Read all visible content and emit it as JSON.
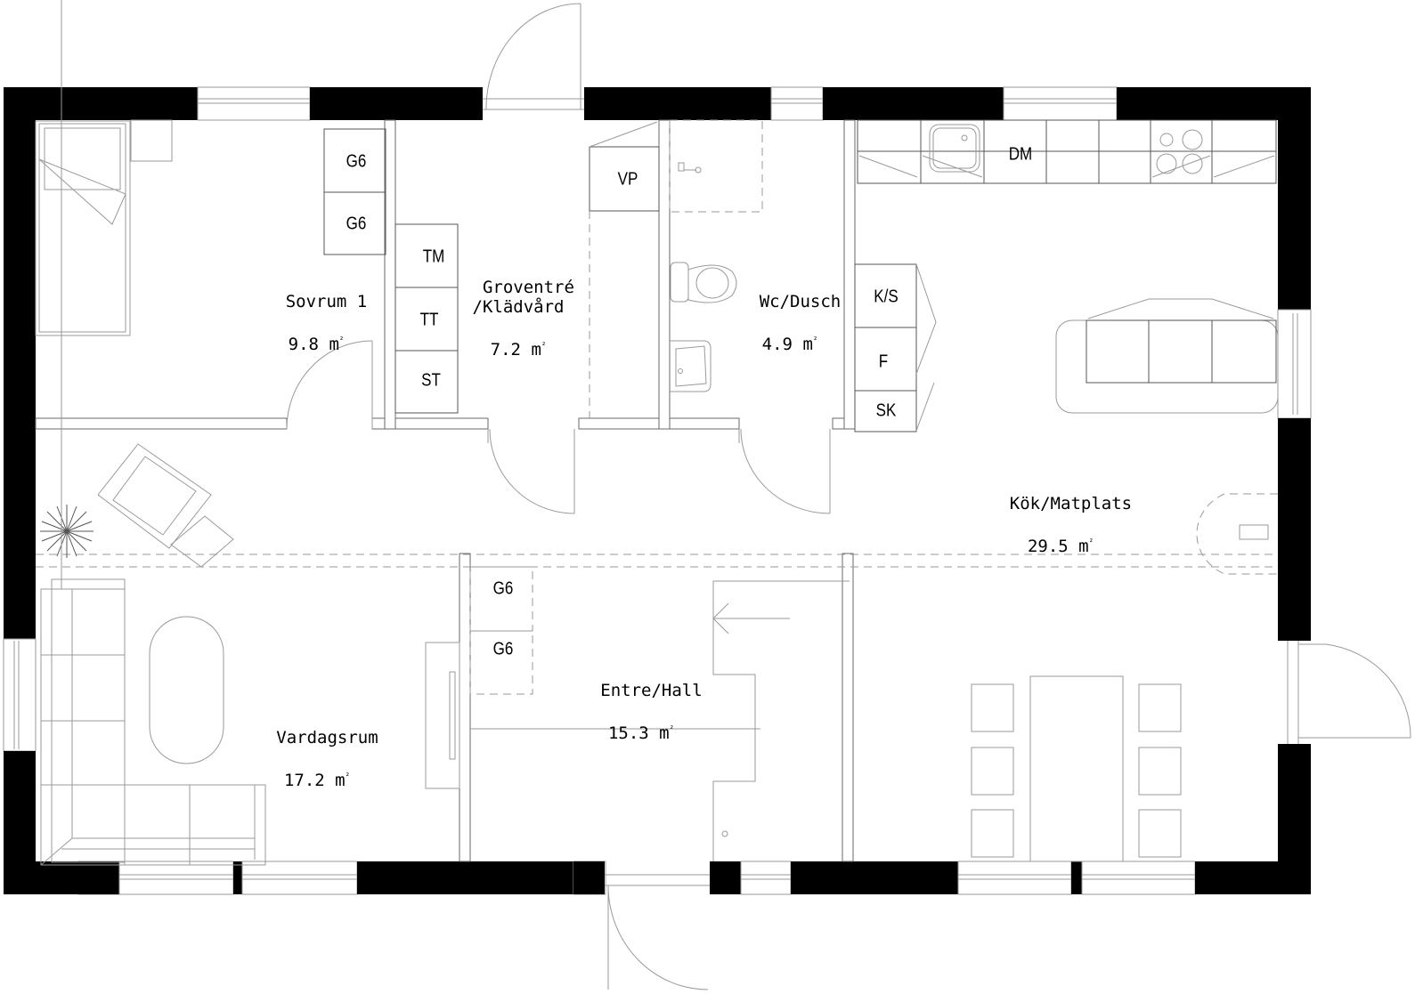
{
  "plan": {
    "type": "floor-plan",
    "rooms": [
      {
        "id": "sovrum1",
        "name": "Sovrum 1",
        "area": "9.8 m²",
        "area_num": "9.8",
        "unit": "m",
        "sup": "²"
      },
      {
        "id": "groventre",
        "name": "Groventré\n/Klädvård",
        "area": "7.2 m²",
        "area_num": "7.2",
        "unit": "m",
        "sup": "²"
      },
      {
        "id": "wcdusch",
        "name": "Wc/Dusch",
        "area": "4.9 m²",
        "area_num": "4.9",
        "unit": "m",
        "sup": "²"
      },
      {
        "id": "kok",
        "name": "Kök/Matplats",
        "area": "29.5 m²",
        "area_num": "29.5",
        "unit": "m",
        "sup": "²"
      },
      {
        "id": "vardagsrum",
        "name": "Vardagsrum",
        "area": "17.2 m²",
        "area_num": "17.2",
        "unit": "m",
        "sup": "²"
      },
      {
        "id": "entre",
        "name": "Entre/Hall",
        "area": "15.3 m²",
        "area_num": "15.3",
        "unit": "m",
        "sup": "²"
      }
    ],
    "fixtures": {
      "sovrum_wardrobe_1": "G6",
      "sovrum_wardrobe_2": "G6",
      "groventre_tm": "TM",
      "groventre_tt": "TT",
      "groventre_st": "ST",
      "vp": "VP",
      "kitchen_dm": "DM",
      "kitchen_ks": "K/S",
      "kitchen_f": "F",
      "kitchen_sk": "SK",
      "hall_wardrobe_1": "G6",
      "hall_wardrobe_2": "G6"
    },
    "colors": {
      "wall": "#000000",
      "line": "#9a9a9a",
      "background": "#ffffff"
    }
  }
}
